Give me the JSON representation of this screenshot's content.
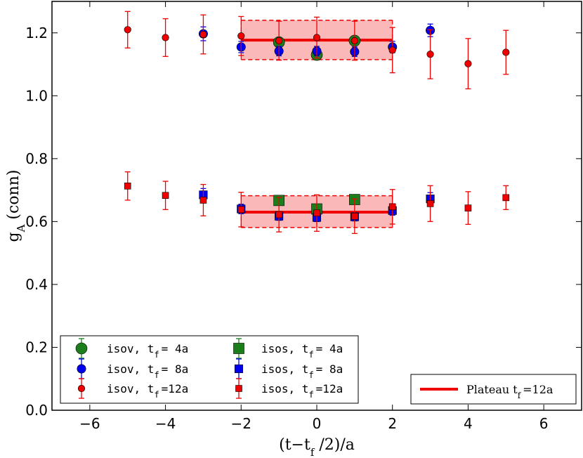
{
  "chart_data": {
    "type": "scatter",
    "title": "",
    "xlabel": "(t−t_f /2)/a",
    "ylabel": "g_A (conn)",
    "xlim": [
      -7,
      7
    ],
    "ylim": [
      0.0,
      1.3
    ],
    "xticks": [
      -6,
      -4,
      -2,
      0,
      2,
      4,
      6
    ],
    "xtick_labels": [
      "−6",
      "−4",
      "−2",
      "0",
      "2",
      "4",
      "6"
    ],
    "yticks": [
      0.0,
      0.2,
      0.4,
      0.6,
      0.8,
      1.0,
      1.2
    ],
    "ytick_labels": [
      "0.0",
      "0.2",
      "0.4",
      "0.6",
      "0.8",
      "1.0",
      "1.2"
    ],
    "grid": false,
    "legend_position": "bottom-left",
    "series": [
      {
        "name": "isov, t_f = 4a",
        "label_main": "isov, t",
        "label_sub": "f",
        "label_tail": "= 4a",
        "marker": "circle",
        "size": "large",
        "color": "#1a7f1a",
        "x": [
          -1,
          0,
          1
        ],
        "y": [
          1.17,
          1.13,
          1.175
        ],
        "err": [
          0.012,
          0.012,
          0.012
        ]
      },
      {
        "name": "isov, t_f = 8a",
        "label_main": "isov, t",
        "label_sub": "f",
        "label_tail": "= 8a",
        "marker": "circle",
        "size": "medium",
        "color": "#0000ee",
        "x": [
          -3,
          -2,
          -1,
          0,
          1,
          2,
          3
        ],
        "y": [
          1.197,
          1.155,
          1.142,
          1.142,
          1.14,
          1.155,
          1.208
        ],
        "err": [
          0.022,
          0.018,
          0.015,
          0.015,
          0.015,
          0.018,
          0.02
        ]
      },
      {
        "name": "isov, t_f =12a",
        "label_main": "isov, t",
        "label_sub": "f",
        "label_tail": "=12a",
        "marker": "circle",
        "size": "small",
        "color": "#ee0000",
        "x": [
          -5,
          -4,
          -3,
          -2,
          -1,
          0,
          1,
          2,
          3,
          4,
          5
        ],
        "y": [
          1.21,
          1.185,
          1.195,
          1.19,
          1.175,
          1.185,
          1.175,
          1.145,
          1.132,
          1.102,
          1.138
        ],
        "err": [
          0.058,
          0.06,
          0.062,
          0.062,
          0.062,
          0.065,
          0.062,
          0.072,
          0.078,
          0.08,
          0.07
        ]
      },
      {
        "name": "isos, t_f = 4a",
        "label_main": "isos, t",
        "label_sub": "f",
        "label_tail": "= 4a",
        "marker": "square",
        "size": "large",
        "color": "#1a7f1a",
        "x": [
          -1,
          0,
          1
        ],
        "y": [
          0.667,
          0.64,
          0.67
        ],
        "err": [
          0.012,
          0.012,
          0.012
        ]
      },
      {
        "name": "isos, t_f = 8a",
        "label_main": "isos, t",
        "label_sub": "f",
        "label_tail": "= 8a",
        "marker": "square",
        "size": "medium",
        "color": "#0000ee",
        "x": [
          -3,
          -2,
          -1,
          0,
          1,
          2,
          3
        ],
        "y": [
          0.685,
          0.64,
          0.617,
          0.613,
          0.615,
          0.635,
          0.672
        ],
        "err": [
          0.02,
          0.015,
          0.013,
          0.013,
          0.013,
          0.015,
          0.02
        ]
      },
      {
        "name": "isos, t_f =12a",
        "label_main": "isos, t",
        "label_sub": "f",
        "label_tail": "=12a",
        "marker": "square",
        "size": "small",
        "color": "#ee0000",
        "x": [
          -5,
          -4,
          -3,
          -2,
          -1,
          0,
          1,
          2,
          3,
          4,
          5
        ],
        "y": [
          0.713,
          0.683,
          0.668,
          0.638,
          0.622,
          0.627,
          0.617,
          0.647,
          0.657,
          0.643,
          0.676
        ],
        "err": [
          0.045,
          0.045,
          0.05,
          0.055,
          0.055,
          0.058,
          0.055,
          0.055,
          0.057,
          0.052,
          0.038
        ]
      }
    ],
    "plateaus": [
      {
        "x_range": [
          -2,
          2
        ],
        "value": 1.177,
        "band": [
          1.115,
          1.24
        ],
        "color": "#ee0000"
      },
      {
        "x_range": [
          -2,
          2
        ],
        "value": 0.63,
        "band": [
          0.581,
          0.682
        ],
        "color": "#ee0000"
      }
    ],
    "plateau_legend": {
      "label_main": "Plateau t",
      "label_sub": "f",
      "label_tail": "=12a",
      "position": "bottom-right"
    }
  }
}
